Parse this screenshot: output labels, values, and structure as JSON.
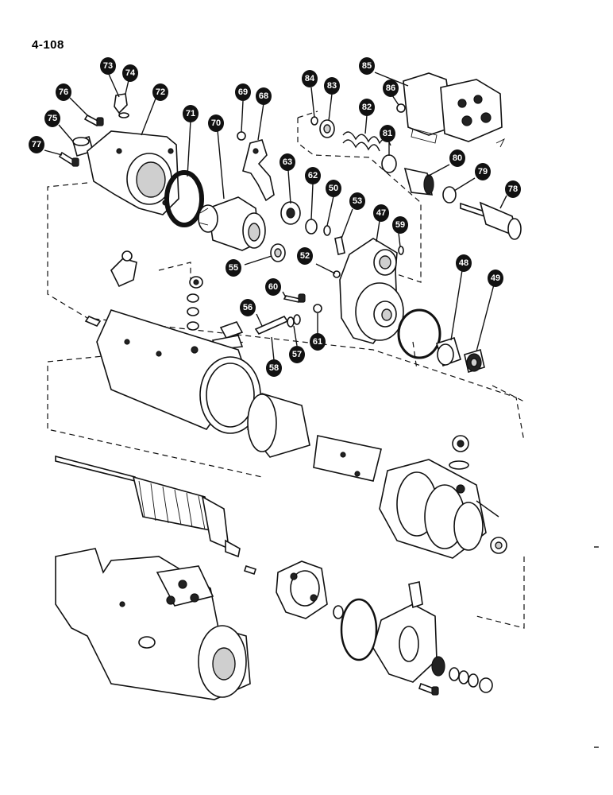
{
  "page": {
    "number": "4-108"
  },
  "callouts": [
    {
      "id": "73",
      "label": "73"
    },
    {
      "id": "74",
      "label": "74"
    },
    {
      "id": "76",
      "label": "76"
    },
    {
      "id": "72",
      "label": "72"
    },
    {
      "id": "75",
      "label": "75"
    },
    {
      "id": "77",
      "label": "77"
    },
    {
      "id": "71",
      "label": "71"
    },
    {
      "id": "70",
      "label": "70"
    },
    {
      "id": "69",
      "label": "69"
    },
    {
      "id": "68",
      "label": "68"
    },
    {
      "id": "84",
      "label": "84"
    },
    {
      "id": "83",
      "label": "83"
    },
    {
      "id": "85",
      "label": "85"
    },
    {
      "id": "86",
      "label": "86"
    },
    {
      "id": "82",
      "label": "82"
    },
    {
      "id": "81",
      "label": "81"
    },
    {
      "id": "80",
      "label": "80"
    },
    {
      "id": "79",
      "label": "79"
    },
    {
      "id": "78",
      "label": "78"
    },
    {
      "id": "63",
      "label": "63"
    },
    {
      "id": "62",
      "label": "62"
    },
    {
      "id": "50",
      "label": "50"
    },
    {
      "id": "53",
      "label": "53"
    },
    {
      "id": "47",
      "label": "47"
    },
    {
      "id": "59",
      "label": "59"
    },
    {
      "id": "52",
      "label": "52"
    },
    {
      "id": "55",
      "label": "55"
    },
    {
      "id": "48",
      "label": "48"
    },
    {
      "id": "49",
      "label": "49"
    },
    {
      "id": "60",
      "label": "60"
    },
    {
      "id": "56",
      "label": "56"
    },
    {
      "id": "57",
      "label": "57"
    },
    {
      "id": "61",
      "label": "61"
    },
    {
      "id": "58",
      "label": "58"
    }
  ]
}
